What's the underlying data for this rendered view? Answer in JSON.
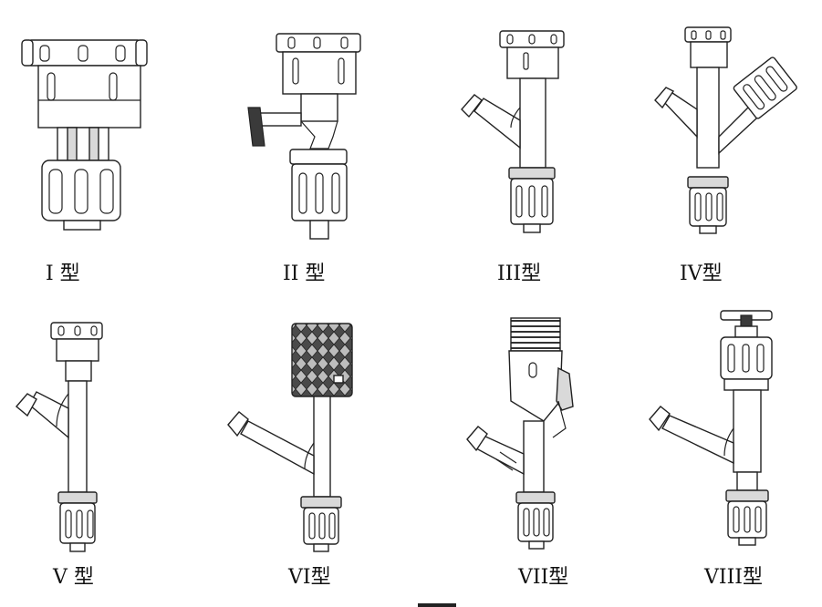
{
  "labels": [
    "I 型",
    "II 型",
    "III型",
    "IV型",
    "V 型",
    "VI型",
    "VII型",
    "VIII型"
  ]
}
